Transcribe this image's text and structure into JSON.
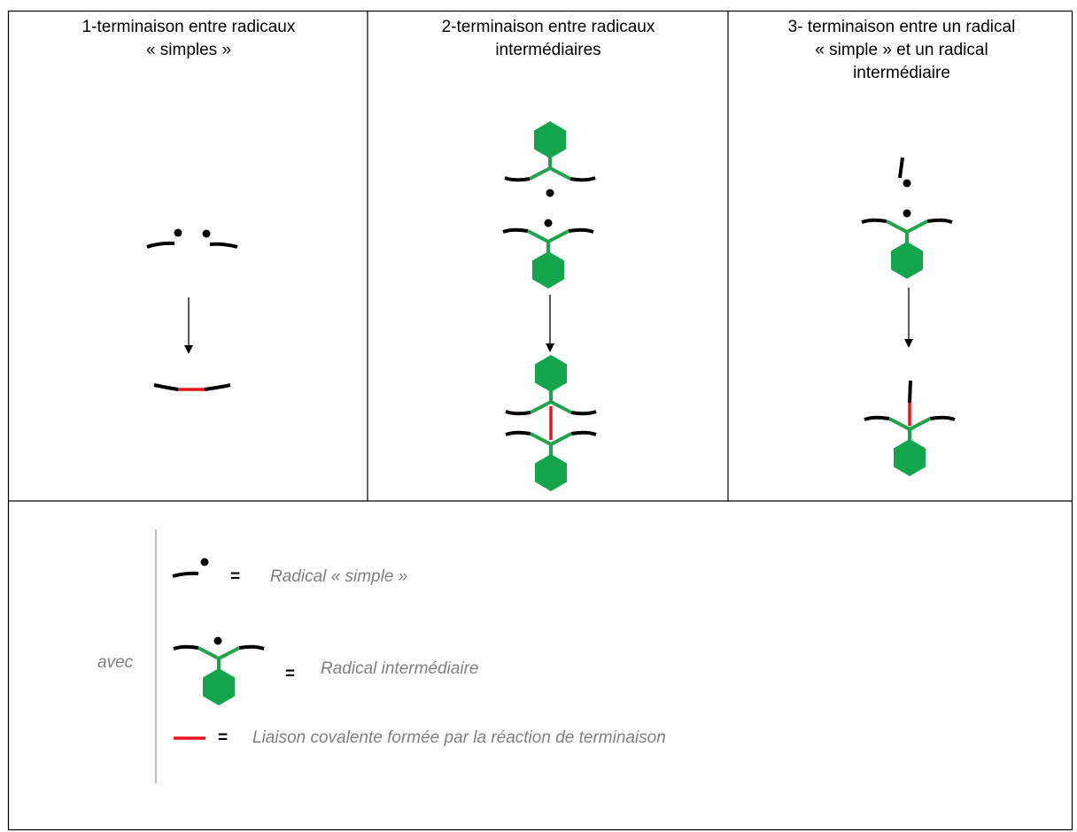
{
  "columns": [
    {
      "lines": [
        "1-terminaison entre radicaux",
        "« simples »"
      ]
    },
    {
      "lines": [
        "2-terminaison entre radicaux",
        "intermédiaires"
      ]
    },
    {
      "lines": [
        "3- terminaison entre un radical",
        "« simple » et un radical",
        "intermédiaire"
      ]
    }
  ],
  "legend": {
    "avec": "avec",
    "equals": "=",
    "simple_label": "Radical « simple »",
    "intermediate_label": "Radical intermédiaire",
    "bond_label": "Liaison covalente formée par la réaction de terminaison"
  },
  "colors": {
    "chain": "#000000",
    "intermediate_group": "#13a54b",
    "new_bond": "#e8141b",
    "legend_text": "#7f7f7f"
  }
}
